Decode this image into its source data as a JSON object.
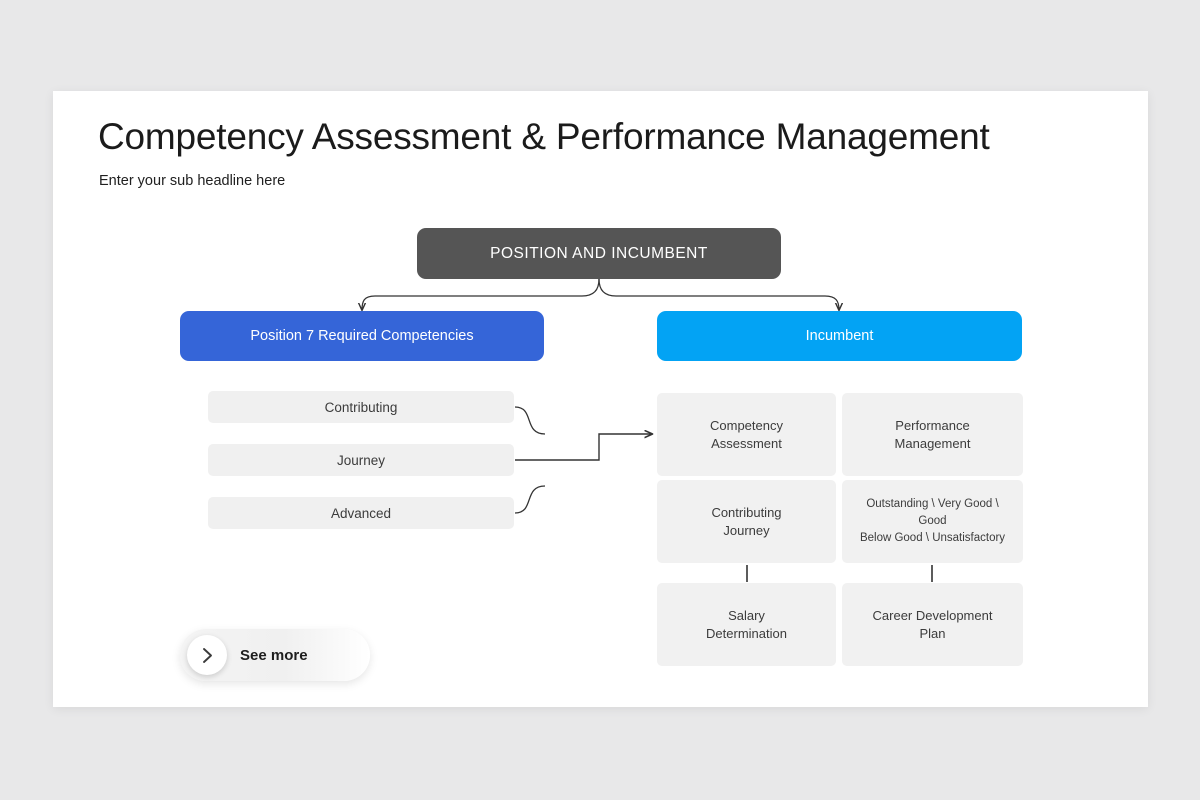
{
  "slide": {
    "title": "Competency Assessment & Performance Management",
    "subtitle": "Enter your sub headline here"
  },
  "diagram": {
    "root": {
      "label": "POSITION AND INCUMBENT",
      "color": "#555555"
    },
    "branches": [
      {
        "label": "Position 7 Required Competencies",
        "color": "#3565d8"
      },
      {
        "label": "Incumbent",
        "color": "#03a3f4"
      }
    ],
    "competency_levels": [
      {
        "label": "Contributing"
      },
      {
        "label": "Journey"
      },
      {
        "label": "Advanced"
      }
    ],
    "incumbent_grid": {
      "rows": [
        [
          {
            "label": "Competency\nAssessment"
          },
          {
            "label": "Performance\nManagement"
          }
        ],
        [
          {
            "label": "Contributing\nJourney"
          },
          {
            "label": "Outstanding \\ Very Good \\\nGood\nBelow Good \\ Unsatisfactory"
          }
        ],
        [
          {
            "label": "Salary\nDetermination"
          },
          {
            "label": "Career Development\nPlan"
          }
        ]
      ]
    }
  },
  "see_more": {
    "label": "See more",
    "icon": "chevron-right-icon"
  },
  "colors": {
    "page_background": "#e8e8e9",
    "slide_background": "#ffffff",
    "root_node": "#555555",
    "branch_primary": "#3565d8",
    "branch_secondary": "#03a3f4",
    "cell_background": "#f1f1f1",
    "connector": "#333333",
    "text_dark": "#3c3c3c"
  }
}
